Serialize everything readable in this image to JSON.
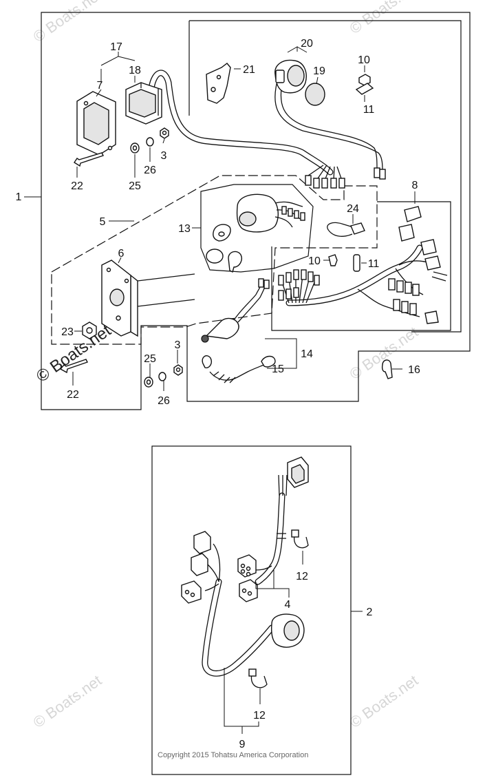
{
  "callouts": {
    "c1": "1",
    "c2": "2",
    "c3a": "3",
    "c3b": "3",
    "c4": "4",
    "c5": "5",
    "c6": "6",
    "c7": "7",
    "c8": "8",
    "c9": "9",
    "c10a": "10",
    "c10b": "10",
    "c11a": "11",
    "c11b": "11",
    "c12a": "12",
    "c12b": "12",
    "c13": "13",
    "c14": "14",
    "c15": "15",
    "c16": "16",
    "c17": "17",
    "c18": "18",
    "c19": "19",
    "c20": "20",
    "c21": "21",
    "c22a": "22",
    "c22b": "22",
    "c23": "23",
    "c24": "24",
    "c25a": "25",
    "c25b": "25",
    "c26a": "26",
    "c26b": "26"
  },
  "watermark": {
    "text": "© Boats.net"
  },
  "copyright": "Copyright 2015 Tohatsu America Corporation"
}
